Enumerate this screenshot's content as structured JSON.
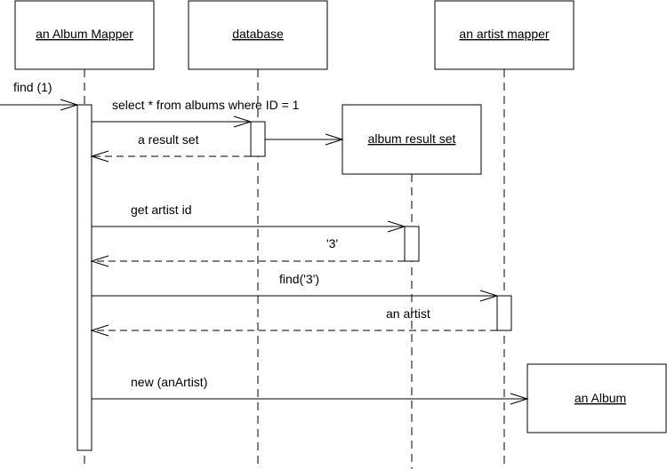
{
  "participants": {
    "album_mapper": "an Album Mapper",
    "database": "database",
    "artist_mapper": "an artist mapper",
    "album_result_set": "album result set",
    "album": "an Album"
  },
  "messages": {
    "find_1": "find (1)",
    "select": "select  * from albums where ID = 1",
    "result_set": "a result set",
    "get_artist_id": "get artist id",
    "artist_id_return": "'3'",
    "find_3": "find('3')",
    "an_artist": "an artist",
    "new_an_artist": "new (anArtist)"
  }
}
